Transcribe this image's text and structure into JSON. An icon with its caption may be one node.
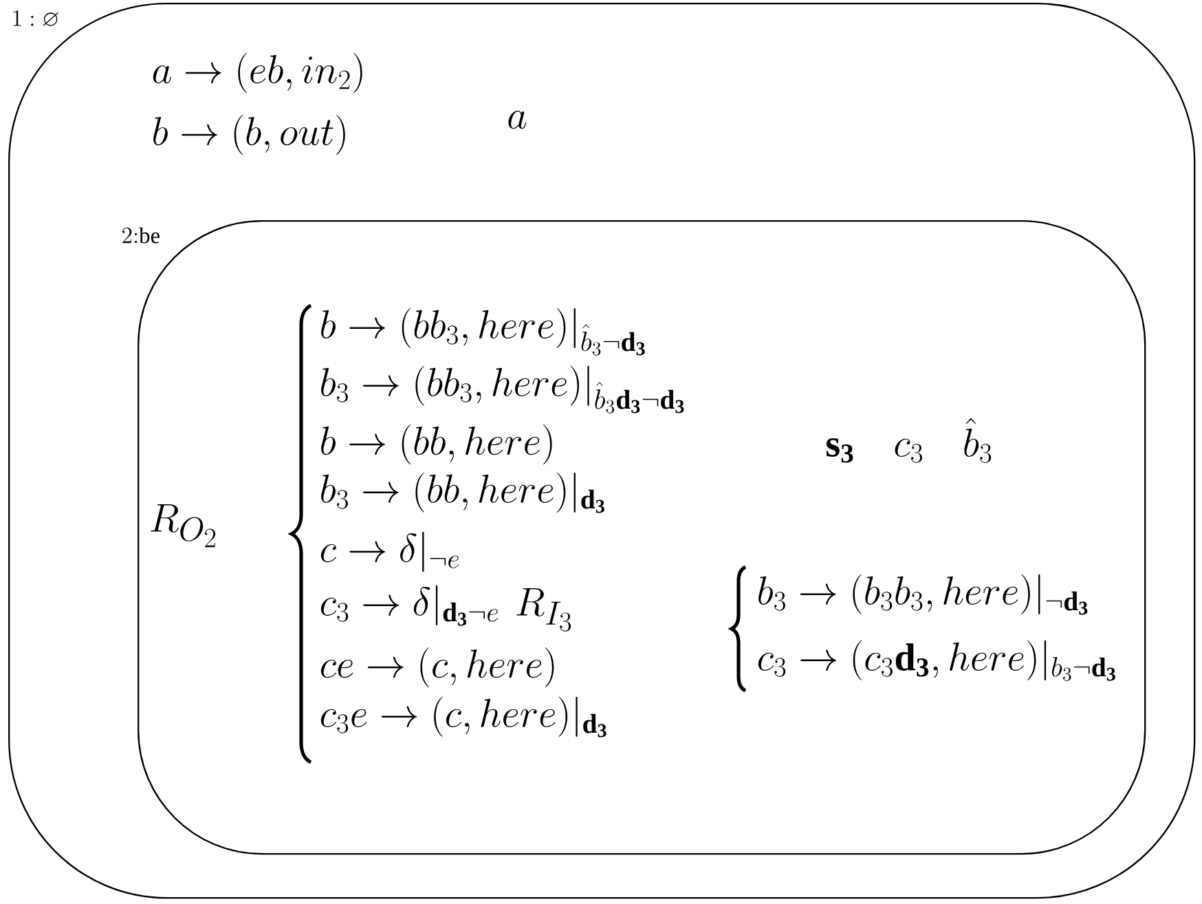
{
  "diagram": {
    "nodes": [
      {
        "text": [
          "1:\\varnothing",
          "a \\to (eb, in_2)",
          "b \\to (b, out)",
          "a"
        ]
      },
      {
        "text": [
          "2{:}\\mathrm{be}",
          "R_{O_2}",
          "b \\to (bb_3, here)|_{\\hat{b}_3\\neg\\mathbf{d_3}}",
          "b_3 \\to (bb_3, here)|_{\\hat{b}_3\\mathbf{d_3}\\neg\\mathbf{d_3}}",
          "b \\to (bb, here)",
          "b_3 \\to (bb, here)|_{\\mathbf{d_3}}",
          "c \\to \\delta|_{\\neg e}",
          "c_3 \\to \\delta|_{\\mathbf{d_3}\\neg e}",
          "ce \\to (c, here)",
          "c_3e \\to (c, here)|_{\\mathbf{d_3}}",
          "\\mathbf{s_3}\\quad c_3\\quad \\hat{b}_3",
          "R_{I_3}",
          "b_3 \\to (b_3b_3, here)|_{\\neg\\mathbf{d_3}}",
          "c_3 \\to (c_3\\mathbf{d_3}, here)|_{b_3\\neg\\mathbf{d_3}}"
        ],
        "in": 0
      }
    ]
  }
}
